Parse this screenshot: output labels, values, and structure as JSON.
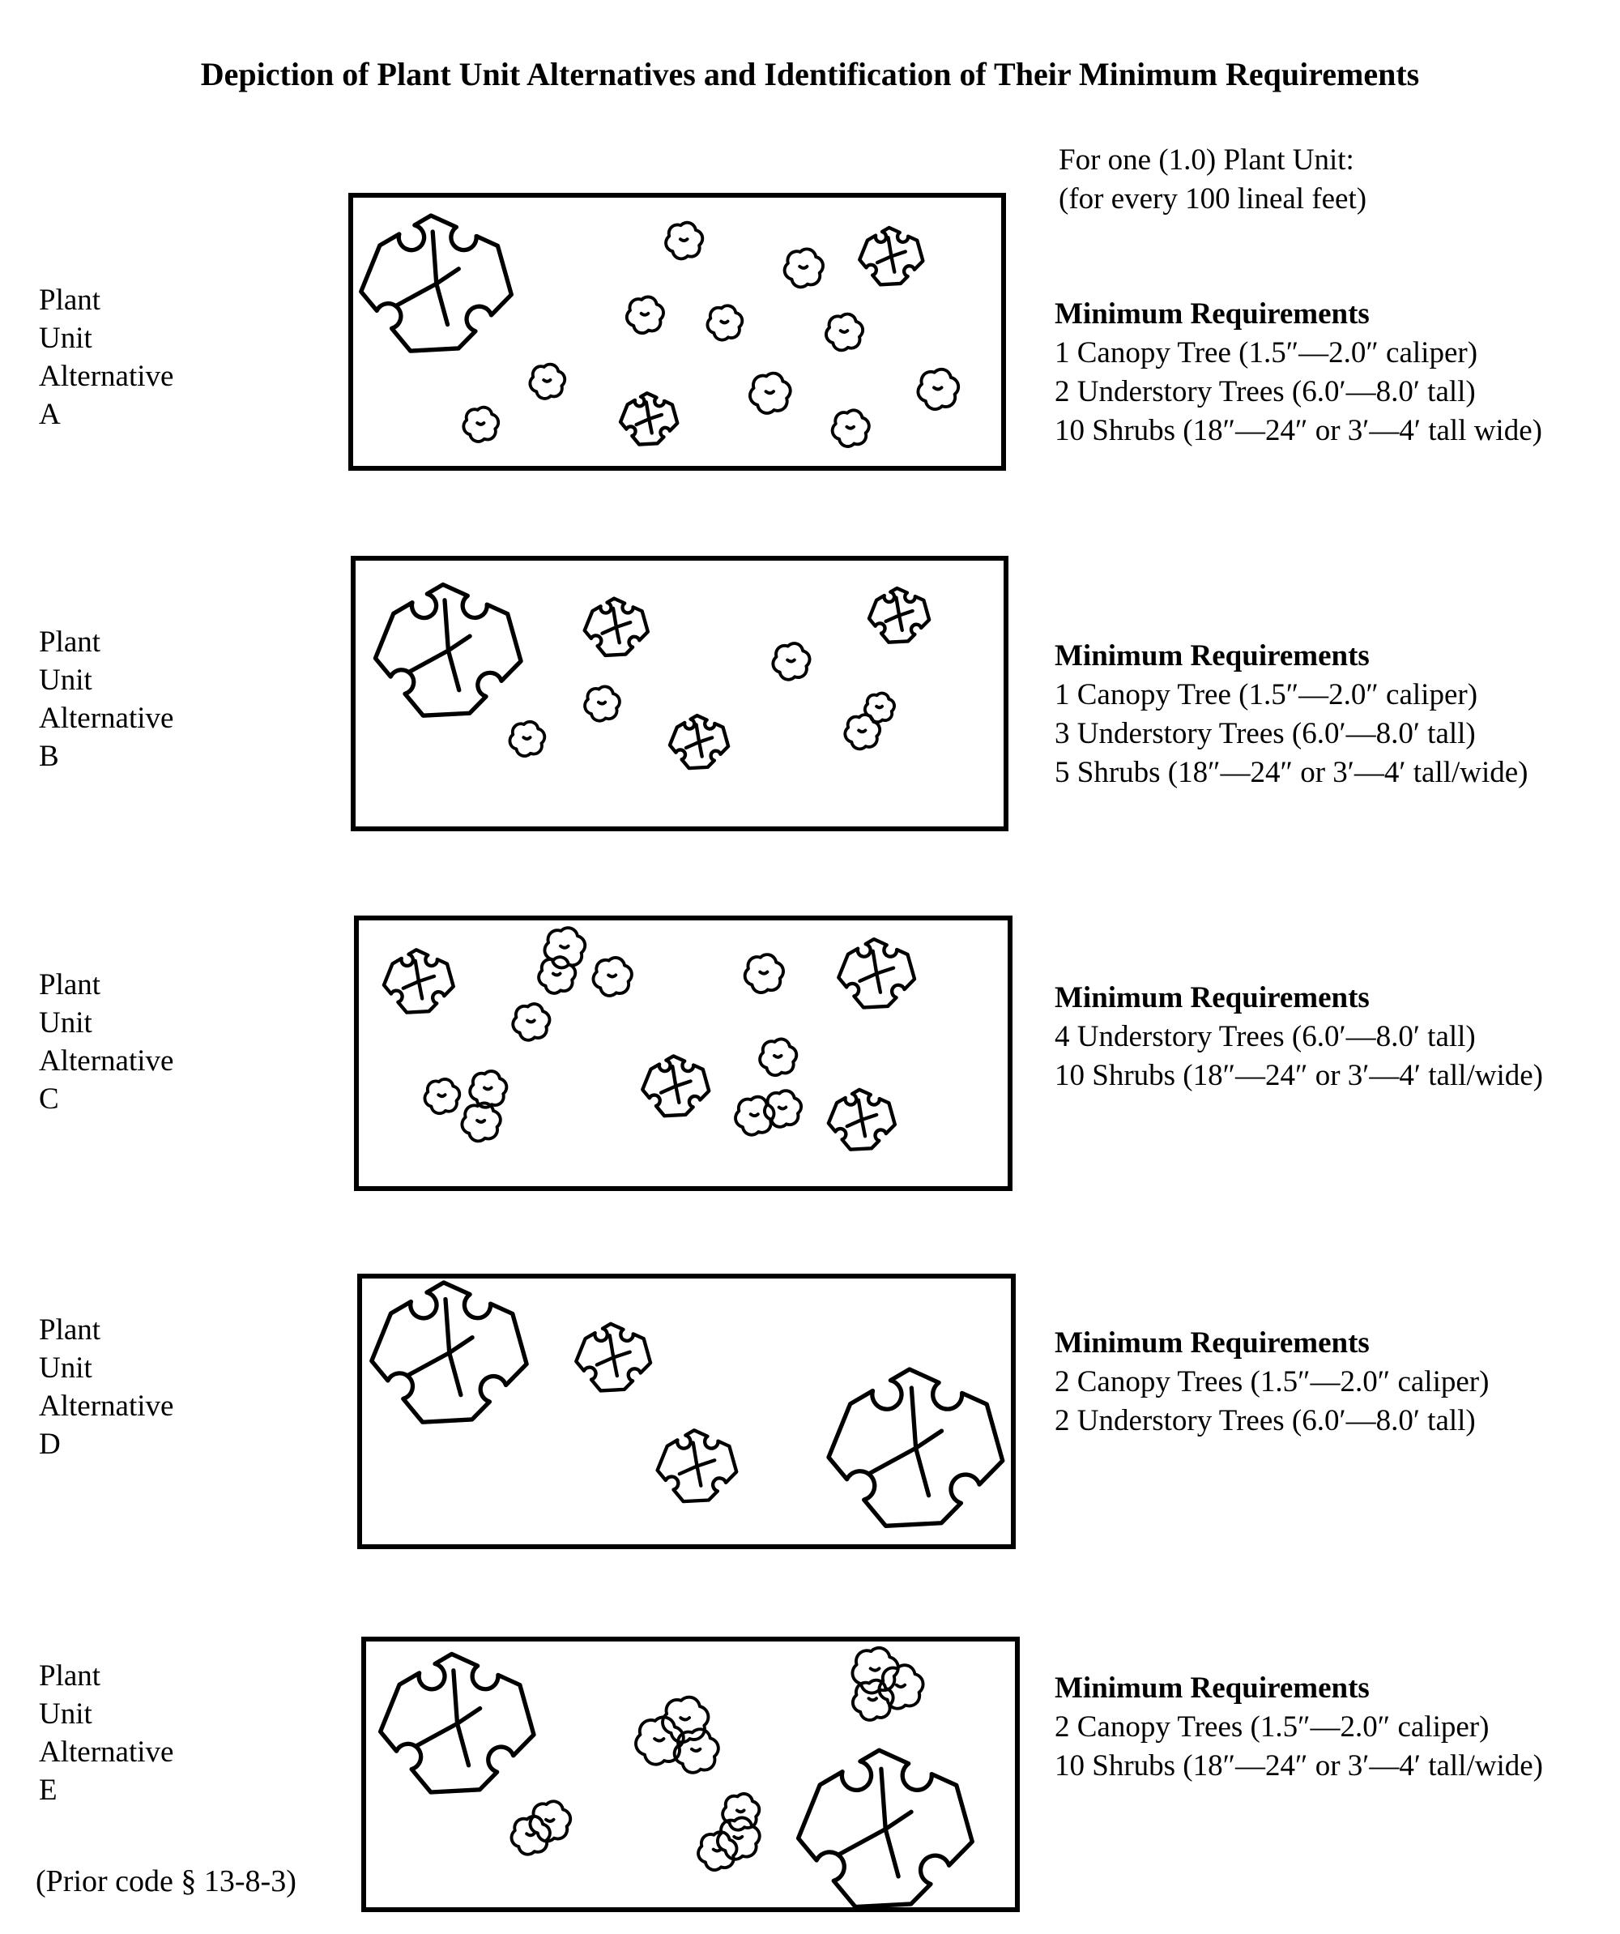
{
  "title": "Depiction of Plant Unit Alternatives and Identification of Their Minimum Requirements",
  "intro": {
    "line1": "For one (1.0) Plant Unit:",
    "line2": "(for every 100 lineal feet)"
  },
  "alternatives": [
    {
      "label": [
        "Plant",
        "Unit",
        "Alternative",
        "A"
      ],
      "heading": "Minimum Requirements",
      "requirements": [
        "1 Canopy Tree (1.5″—2.0″ caliper)",
        "2 Understory Trees (6.0′—8.0′ tall)",
        "10 Shrubs (18″—24″ or 3′—4′ tall wide)"
      ]
    },
    {
      "label": [
        "Plant",
        "Unit",
        "Alternative",
        "B"
      ],
      "heading": "Minimum Requirements",
      "requirements": [
        "1 Canopy Tree (1.5″—2.0″ caliper)",
        "3 Understory Trees (6.0′—8.0′ tall)",
        "5 Shrubs (18″—24″ or 3′—4′ tall/wide)"
      ]
    },
    {
      "label": [
        "Plant",
        "Unit",
        "Alternative",
        "C"
      ],
      "heading": "Minimum Requirements",
      "requirements": [
        "4 Understory Trees (6.0′—8.0′ tall)",
        "10 Shrubs (18″—24″ or 3′—4′ tall/wide)"
      ]
    },
    {
      "label": [
        "Plant",
        "Unit",
        "Alternative",
        "D"
      ],
      "heading": "Minimum Requirements",
      "requirements": [
        "2 Canopy Trees (1.5″—2.0″ caliper)",
        "2 Understory Trees (6.0′—8.0′ tall)"
      ]
    },
    {
      "label": [
        "Plant",
        "Unit",
        "Alternative",
        "E"
      ],
      "heading": "Minimum Requirements",
      "requirements": [
        "2 Canopy Trees (1.5″—2.0″ caliper)",
        "10 Shrubs (18″—24″ or 3′—4′ tall/wide)"
      ]
    }
  ],
  "footnote": "(Prior code § 13-8-3)",
  "colors": {
    "ink": "#000000",
    "paper": "#ffffff"
  },
  "icons": [
    "canopy-tree-icon",
    "understory-tree-icon",
    "shrub-icon"
  ]
}
